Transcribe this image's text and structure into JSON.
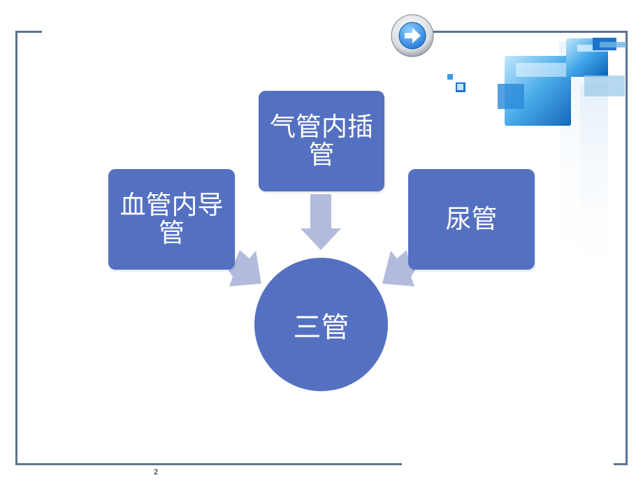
{
  "slide": {
    "nodes": {
      "center": "三管",
      "left": "血管内导管",
      "top": "气管内插管",
      "right": "尿管"
    },
    "page_number": "2",
    "colors": {
      "node_fill": "#5470c1",
      "arrow_fill": "#b2bbdc",
      "frame": "#5b7392"
    },
    "icons": [
      "next-arrow-icon",
      "decorative-cubes"
    ]
  }
}
